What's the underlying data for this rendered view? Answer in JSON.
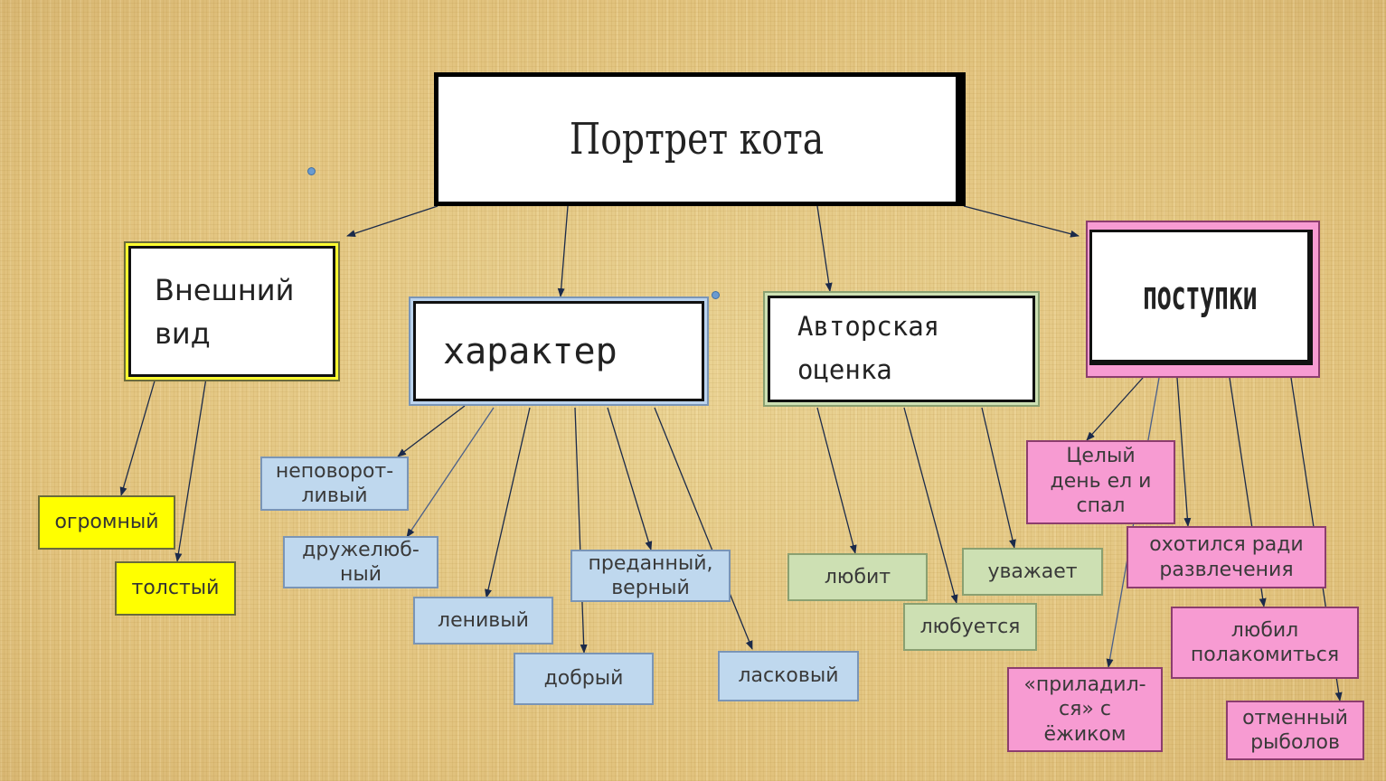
{
  "title": "Портрет кота",
  "categories": {
    "appearance": "Внешний\nвид",
    "character": "характер",
    "author": "Авторская\nоценка",
    "actions": "поступки"
  },
  "appearance_items": [
    "огромный",
    "толстый"
  ],
  "character_items": [
    "неповорот-\nливый",
    "дружелюб-\nный",
    "ленивый",
    "добрый",
    "преданный,\nверный",
    "ласковый"
  ],
  "author_items": [
    "любит",
    "любуется",
    "уважает"
  ],
  "action_items": [
    "Целый\nдень ел и\nспал",
    "охотился ради\nразвлечения",
    "«приладил-\nся» с\nёжиком",
    "любил\nполакомиться",
    "отменный\nрыболов"
  ],
  "colors": {
    "background": "#e6cc8c",
    "appearance": "#ffff00",
    "character": "#bfd8ee",
    "author": "#cde0b3",
    "actions": "#f79bd2"
  }
}
